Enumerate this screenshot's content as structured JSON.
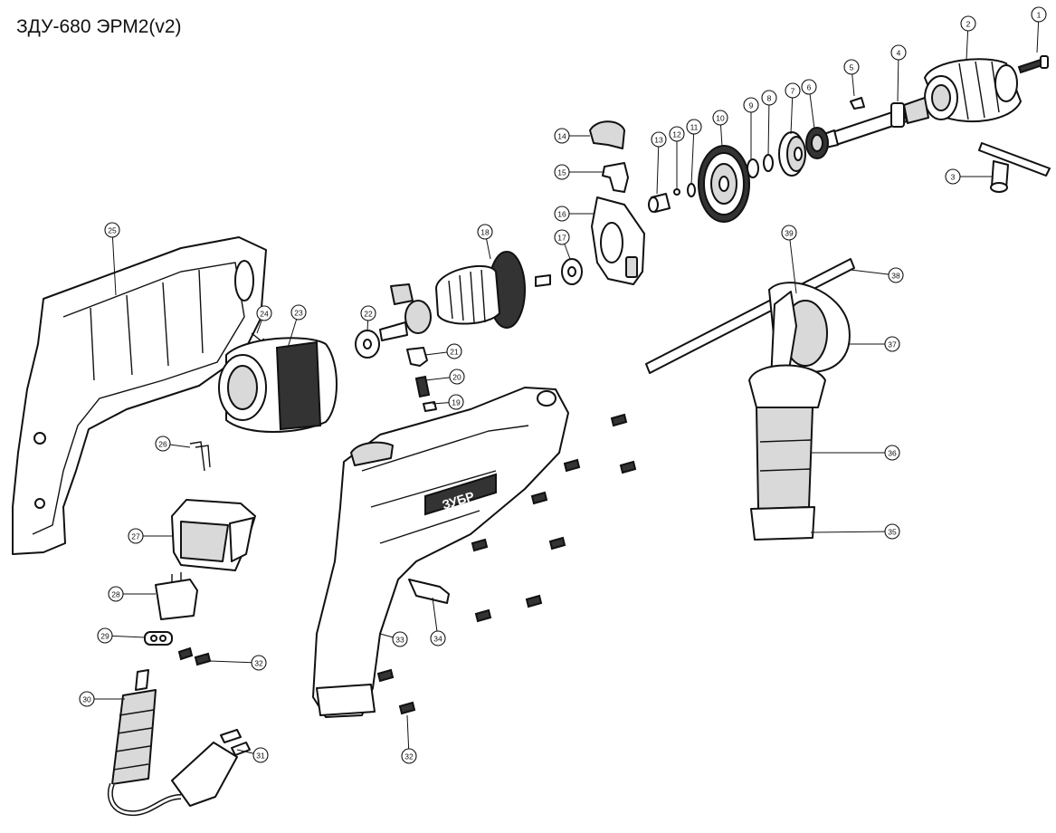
{
  "title": "ЗДУ-680 ЭРМ2(v2)",
  "brand_logo_text": "ЗУБР",
  "callouts": [
    {
      "num": "1"
    },
    {
      "num": "2"
    },
    {
      "num": "3"
    },
    {
      "num": "4"
    },
    {
      "num": "5"
    },
    {
      "num": "6"
    },
    {
      "num": "7"
    },
    {
      "num": "8"
    },
    {
      "num": "9"
    },
    {
      "num": "10"
    },
    {
      "num": "11"
    },
    {
      "num": "12"
    },
    {
      "num": "13"
    },
    {
      "num": "14"
    },
    {
      "num": "15"
    },
    {
      "num": "16"
    },
    {
      "num": "17"
    },
    {
      "num": "18"
    },
    {
      "num": "19"
    },
    {
      "num": "20"
    },
    {
      "num": "21"
    },
    {
      "num": "22"
    },
    {
      "num": "23"
    },
    {
      "num": "24"
    },
    {
      "num": "25"
    },
    {
      "num": "26"
    },
    {
      "num": "27"
    },
    {
      "num": "28"
    },
    {
      "num": "29"
    },
    {
      "num": "30"
    },
    {
      "num": "31"
    },
    {
      "num": "32"
    },
    {
      "num": "32"
    },
    {
      "num": "33"
    },
    {
      "num": "34"
    },
    {
      "num": "35"
    },
    {
      "num": "36"
    },
    {
      "num": "37"
    },
    {
      "num": "38"
    },
    {
      "num": "39"
    }
  ]
}
